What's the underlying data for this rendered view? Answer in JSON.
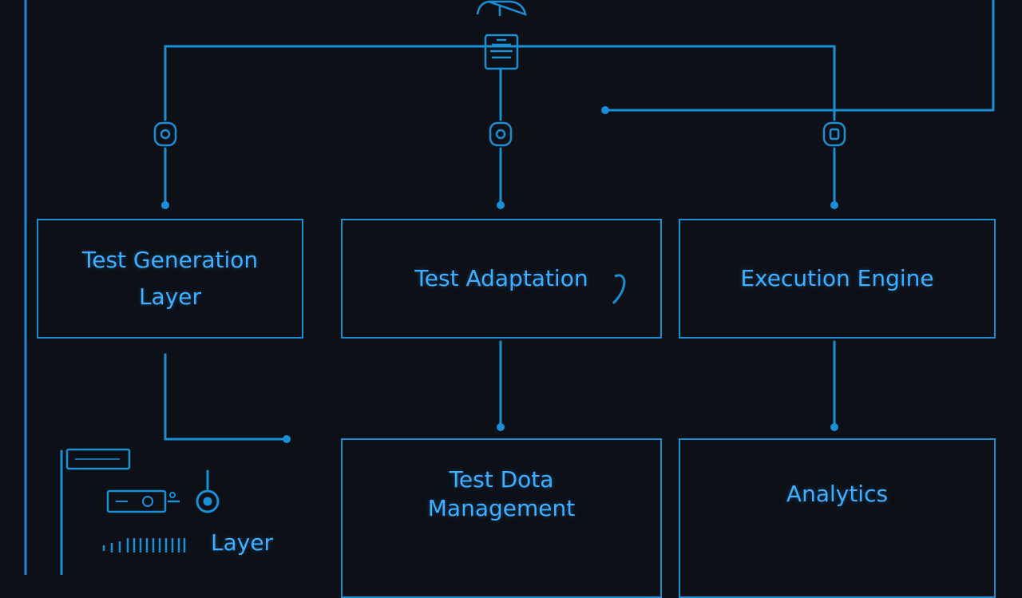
{
  "colors": {
    "background": "#0d1117",
    "line": "#1a8fd6",
    "text": "#3eb0ff"
  },
  "boxes": {
    "test_generation": {
      "line1": "Test Generation",
      "line2": "Layer"
    },
    "test_adaptation": {
      "label": "Test Adaptation"
    },
    "execution_engine": {
      "label": "Execution Engine"
    },
    "test_data": {
      "line1": "Test Dota",
      "line2": "Management"
    },
    "analytics": {
      "label": "Analytics"
    }
  },
  "bottom_left": {
    "label": "Layer"
  },
  "icons": [
    "cloud-icon",
    "document-icon",
    "connector-node-icon",
    "gear-node-icon",
    "lock-node-icon",
    "chip-icon",
    "target-icon"
  ]
}
